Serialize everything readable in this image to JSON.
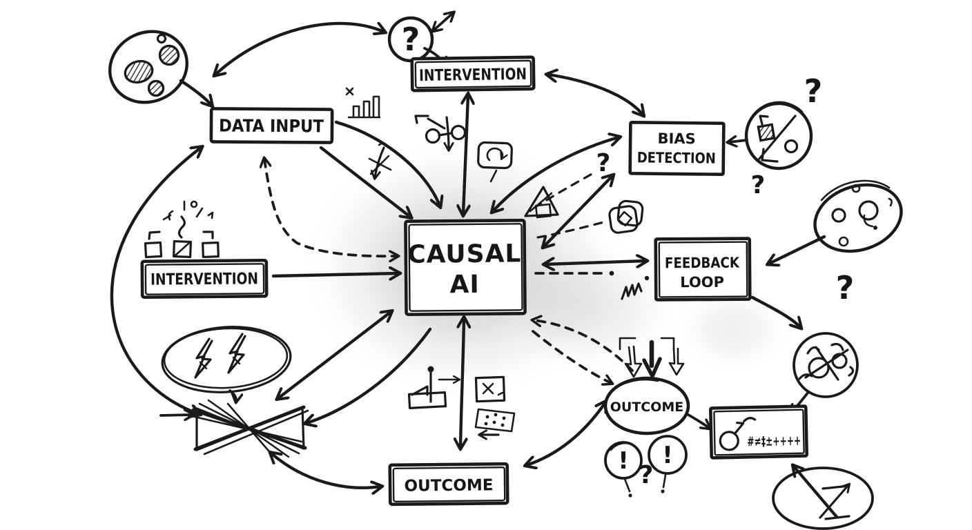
{
  "diagram": {
    "background_color": "#ffffff",
    "ink_color": "#1a1a1a",
    "glow_color": "#9a9a9a",
    "nodes": {
      "causal_ai": {
        "lines": [
          "CAUSAL",
          "AI"
        ]
      },
      "intervention_top": {
        "label": "INTERVENTION"
      },
      "data_input": {
        "label": "DATA INPUT"
      },
      "intervention_left": {
        "label": "INTERVENTION"
      },
      "bias_detection": {
        "lines": [
          "BIAS",
          "DETECTION"
        ]
      },
      "feedback_loop": {
        "lines": [
          "FEEDBACK",
          "LOOP"
        ]
      },
      "outcome_ellipse": {
        "label": "OUTCOME"
      },
      "outcome_box": {
        "label": "OUTCOME"
      },
      "annotation_box": {
        "scribble_text": "#≠‡±++++"
      }
    },
    "marks": {
      "question": "?",
      "exclamation": "!"
    }
  }
}
